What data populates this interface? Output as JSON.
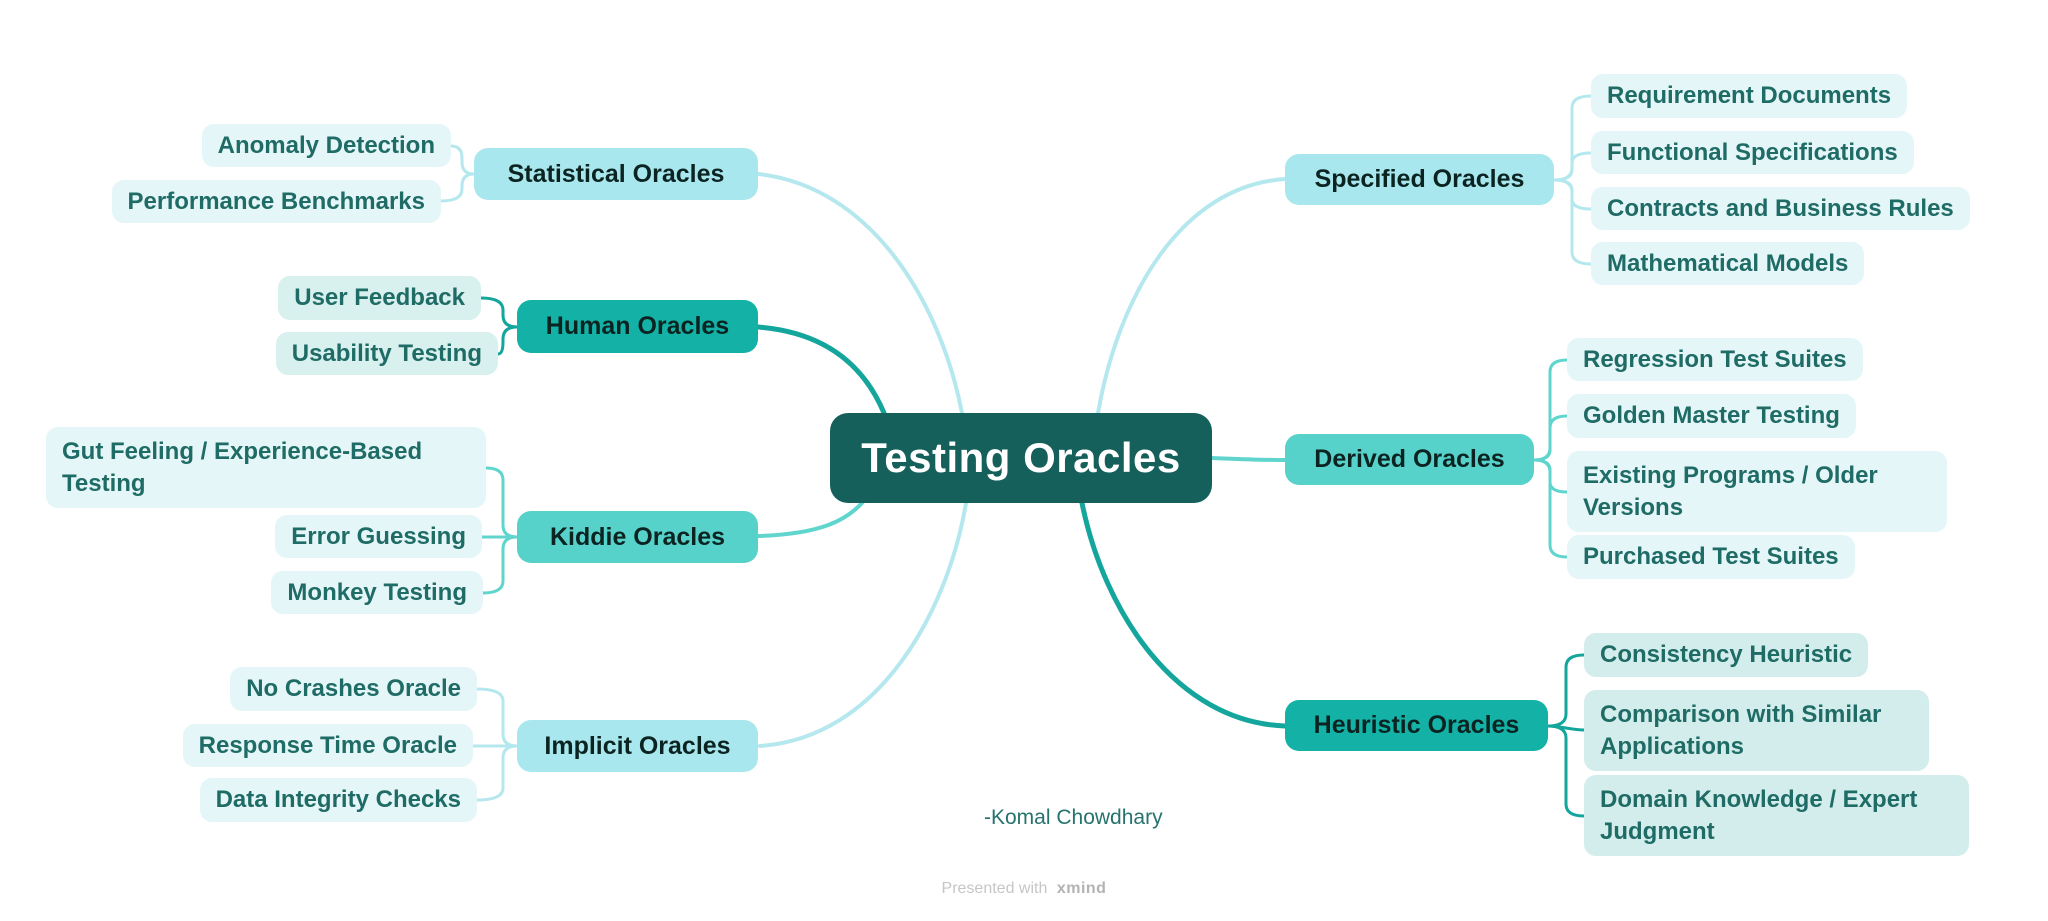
{
  "center": {
    "label": "Testing Oracles"
  },
  "branches": [
    {
      "id": "statistical",
      "label": "Statistical Oracles",
      "children": [
        "Anomaly Detection",
        "Performance Benchmarks"
      ]
    },
    {
      "id": "human",
      "label": "Human Oracles",
      "children": [
        "User Feedback",
        "Usability Testing"
      ]
    },
    {
      "id": "kiddie",
      "label": "Kiddie Oracles",
      "children": [
        "Gut Feeling / Experience-Based Testing",
        "Error Guessing",
        "Monkey Testing"
      ]
    },
    {
      "id": "implicit",
      "label": "Implicit Oracles",
      "children": [
        "No Crashes Oracle",
        "Response Time Oracle",
        "Data Integrity Checks"
      ]
    },
    {
      "id": "specified",
      "label": "Specified Oracles",
      "children": [
        "Requirement Documents",
        "Functional Specifications",
        "Contracts and Business Rules",
        "Mathematical Models"
      ]
    },
    {
      "id": "derived",
      "label": "Derived Oracles",
      "children": [
        "Regression Test Suites",
        "Golden Master Testing",
        " Existing Programs / Older Versions",
        "Purchased Test Suites"
      ]
    },
    {
      "id": "heuristic",
      "label": "Heuristic Oracles",
      "children": [
        "Consistency Heuristic",
        " Comparison with Similar Applications",
        "Domain Knowledge / Expert Judgment"
      ]
    }
  ],
  "signature": "-Komal Chowdhary",
  "footer": {
    "prefix": "Presented with",
    "brand": "xmind"
  },
  "colors": {
    "background": "#FFFFFF",
    "center_bg": "#15605B",
    "center_text": "#FFFFFF",
    "topic_light_cyan": "#A9E7EE",
    "topic_teal": "#14B1A6",
    "topic_turquoise": "#57D2CA",
    "topic_text": "#0B2422",
    "leaf_bg": "#E4F6F8",
    "leaf_bg_human": "#D8F0EE",
    "leaf_bg_heuristic": "#D2EDEB",
    "leaf_text": "#1F6B66",
    "edge_light": "#B5E8EE",
    "edge_teal": "#14A69C",
    "edge_turquoise": "#5FD5CD",
    "signature_text": "#26736E",
    "watermark_text": "#C6C6C6"
  }
}
